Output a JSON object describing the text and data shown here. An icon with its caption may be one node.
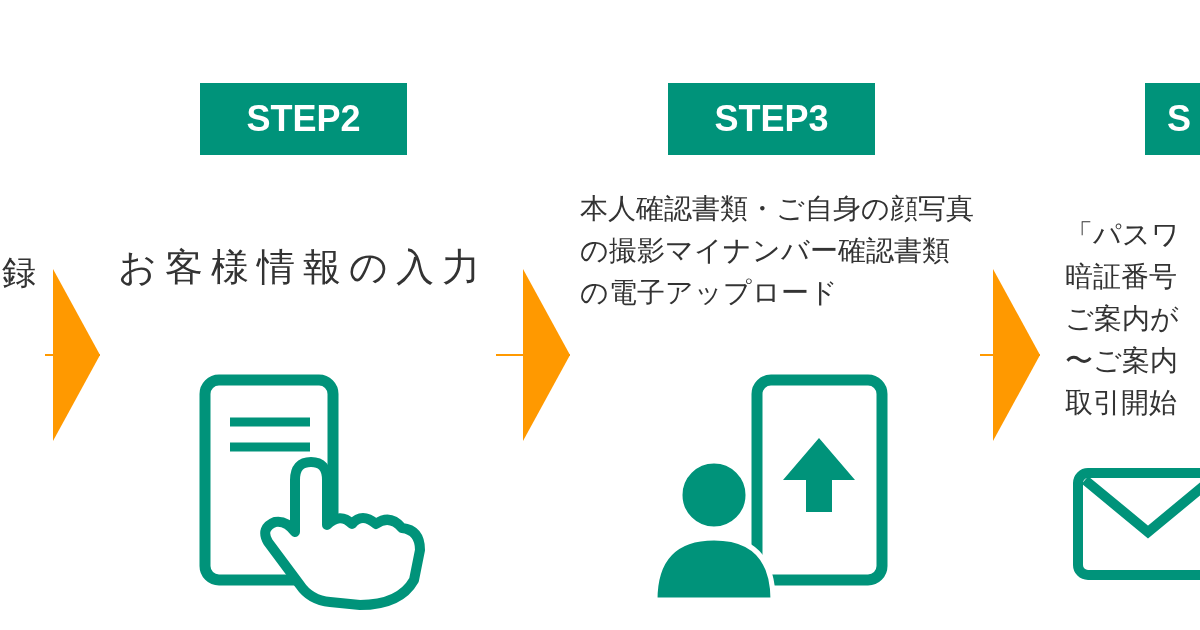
{
  "diagram": {
    "nodes": [
      {
        "text": [
          "録"
        ]
      },
      {
        "text": [
          "STEP2",
          "お客様情報の入力"
        ]
      },
      {
        "text": [
          "STEP3",
          "本人確認書類・ご自身の顔写真の撮影マイナンバー確認書類の電子アップロード"
        ]
      },
      {
        "text": [
          "S",
          "「パスワ暗証番号ご案内が〜ご案内取引開始"
        ]
      }
    ],
    "edges": [
      {
        "from": 0,
        "to": 1,
        "arrow": "to",
        "color": "#ff9900"
      },
      {
        "from": 1,
        "to": 2,
        "arrow": "to",
        "color": "#ff9900"
      },
      {
        "from": 2,
        "to": 3,
        "arrow": "to",
        "color": "#ff9900"
      }
    ]
  }
}
